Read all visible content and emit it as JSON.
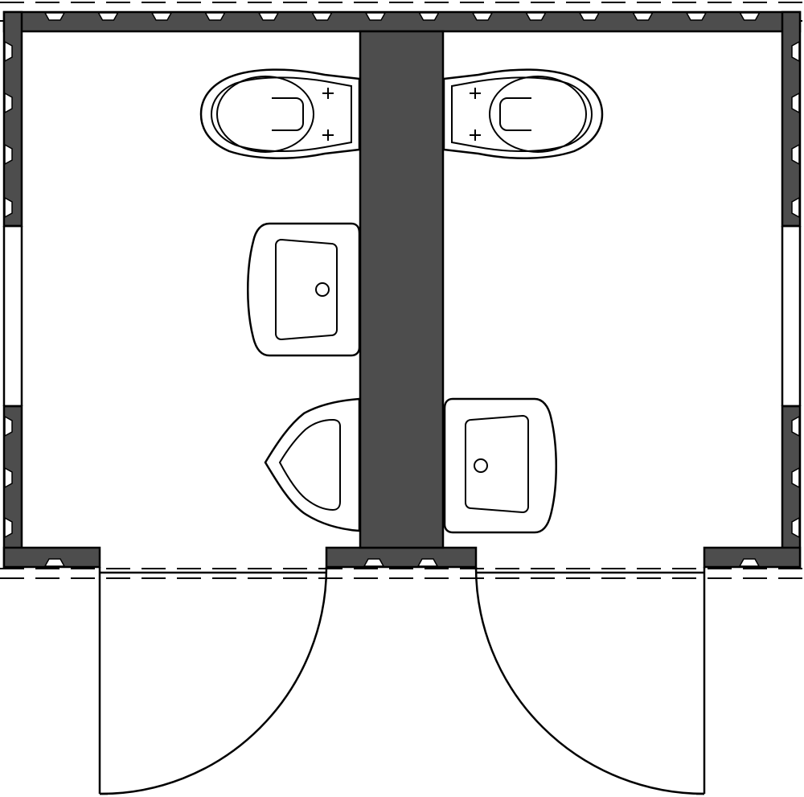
{
  "drawing": {
    "type": "floor-plan",
    "units": [
      "left-cubicle",
      "right-cubicle"
    ],
    "fixtures": [
      "wall-hung-toilet",
      "wall-hung-toilet",
      "washbasin",
      "washbasin",
      "urinal"
    ],
    "doors": [
      "left-door-swing",
      "right-door-swing"
    ]
  },
  "colors": {
    "wall_fill": "#4d4d4d",
    "line": "#000000",
    "background": "#ffffff"
  }
}
